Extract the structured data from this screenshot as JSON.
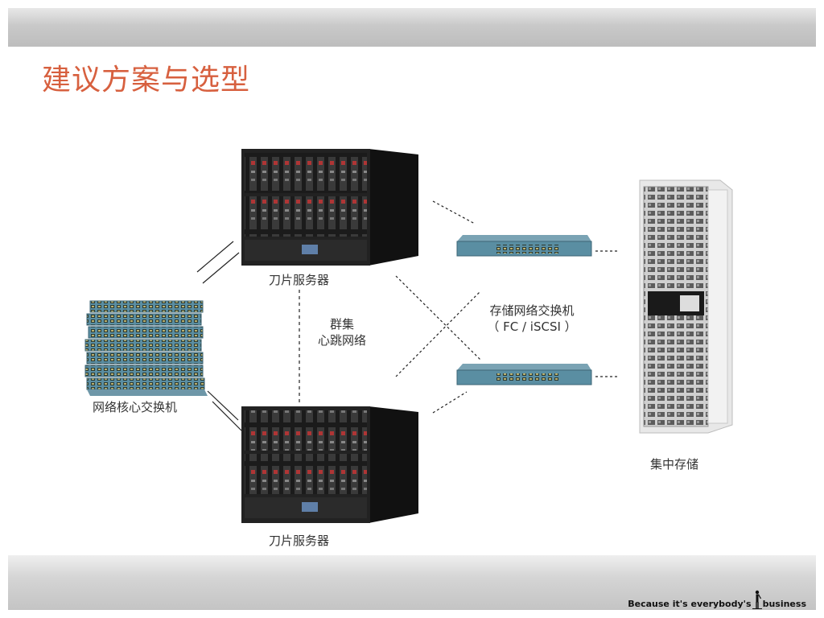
{
  "slide": {
    "title": "建议方案与选型",
    "tagline_pre": "Because it's everybody's",
    "tagline_post": "business"
  },
  "diagram": {
    "nodes": {
      "blade_top": "刀片服务器",
      "blade_bottom": "刀片服务器",
      "core_switch": "网络核心交换机",
      "cluster_line1": "群集",
      "cluster_line2": "心跳网络",
      "storage_switch_line1": "存储网络交换机",
      "storage_switch_line2": "（ FC / iSCSI ）",
      "storage": "集中存储"
    }
  },
  "colors": {
    "title": "#d7603f",
    "switch_body": "#5a8ea2",
    "chassis": "#1d1d1d"
  }
}
